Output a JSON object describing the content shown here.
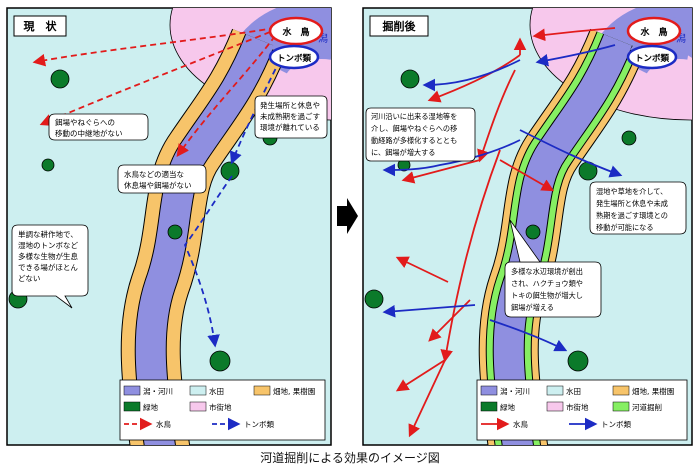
{
  "caption": "河道掘削による効果のイメージ図",
  "before": {
    "title": "現　状",
    "corner_label": "潟",
    "node_waterbird": "水　鳥",
    "node_dragonfly": "トンボ類",
    "bubble_midpoint": "餌場やねぐらへの\n移動の中継地がない",
    "bubble_rest": "水鳥などの適当な\n休息場や餌場がない",
    "bubble_habitat": "発生場所と休息や\n未成熟期を過ごす\n環境が離れている",
    "bubble_crops": "単調な耕作地で、\n湿地のトンボなど\n多様な生物が生息\nできる場がほとん\nどない"
  },
  "after": {
    "title": "掘削後",
    "corner_label": "潟",
    "node_waterbird": "水　鳥",
    "node_dragonfly": "トンボ類",
    "bubble_wetland": "河川沿いに出来る湿地等を\n介し、餌場やねぐらへの移\n動経路が多様化するととも\nに、餌場が増大する",
    "bubble_move": "湿地や草地を介して、\n発生場所と休息や未成\n熟期を過ごす環境との\n移動が可能になる",
    "bubble_species": "多様な水辺環境が創出\nされ、ハクチョウ類や\nトキの餌生物が増大し\n餌場が増える"
  },
  "legend": {
    "water": "潟・河川",
    "paddy": "水田",
    "field": "畑地, 果樹園",
    "green": "緑地",
    "city": "市街地",
    "excavation": "河道掘削",
    "waterbird": "水鳥",
    "dragonfly": "トンボ類"
  },
  "colors": {
    "paddy": "#cdeff0",
    "water": "#8f8fe0",
    "field": "#f7c46a",
    "green": "#0b7a2a",
    "city": "#f7c8ec",
    "excavation": "#86ef62",
    "waterbird": "#e21b1b",
    "dragonfly": "#1c2bc4"
  }
}
